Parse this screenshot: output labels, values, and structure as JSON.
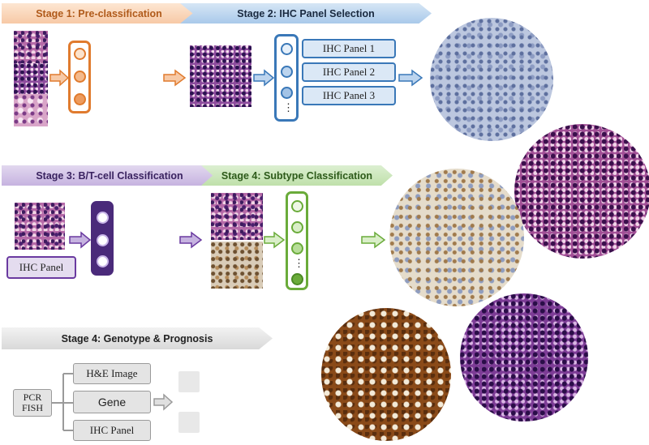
{
  "stages": {
    "stage1": "Stage 1: Pre-classification",
    "stage2": "Stage 2: IHC Panel Selection",
    "stage3": "Stage 3: B/T-cell Classification",
    "stage4a": "Stage 4: Subtype Classification",
    "stage4b": "Stage 4: Genotype & Prognosis"
  },
  "panels": [
    "IHC Panel 1",
    "IHC Panel 2",
    "IHC Panel 3"
  ],
  "ellipsis": "⋮",
  "stage3_input_label": "IHC Panel",
  "stage4_inputs": {
    "he_image": "H&E Image",
    "gene": "Gene",
    "ihc_panel": "IHC Panel",
    "pcr_fish": [
      "PCR",
      "FISH"
    ]
  },
  "colors": {
    "orange": "#e07b2e",
    "blue": "#3a78b8",
    "purple": "#6a3aa0",
    "green": "#6aab3a",
    "gray": "#9a9a9a"
  }
}
